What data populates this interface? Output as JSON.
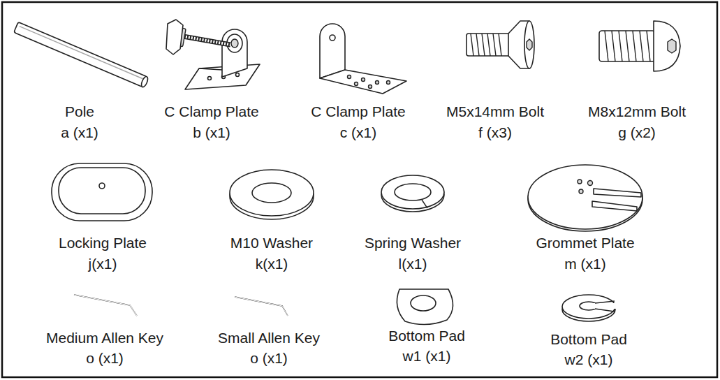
{
  "diagram": {
    "labels": [
      "Pole",
      "a (x1)",
      "C Clamp Plate",
      "b (x1)",
      "C Clamp Plate",
      "c (x1)",
      "M5x14mm Bolt",
      "f (x3)",
      "M8x12mm Bolt",
      "g (x2)",
      "Locking Plate",
      "j(x1)",
      "M10 Washer",
      "k(x1)",
      "Spring Washer",
      "l(x1)",
      "Grommet Plate",
      "m (x1)",
      "Medium Allen Key",
      "o (x1)",
      "Small Allen Key",
      "o (x1)",
      "Bottom Pad",
      "w1 (x1)",
      "Bottom Pad",
      "w2 (x1)"
    ]
  }
}
